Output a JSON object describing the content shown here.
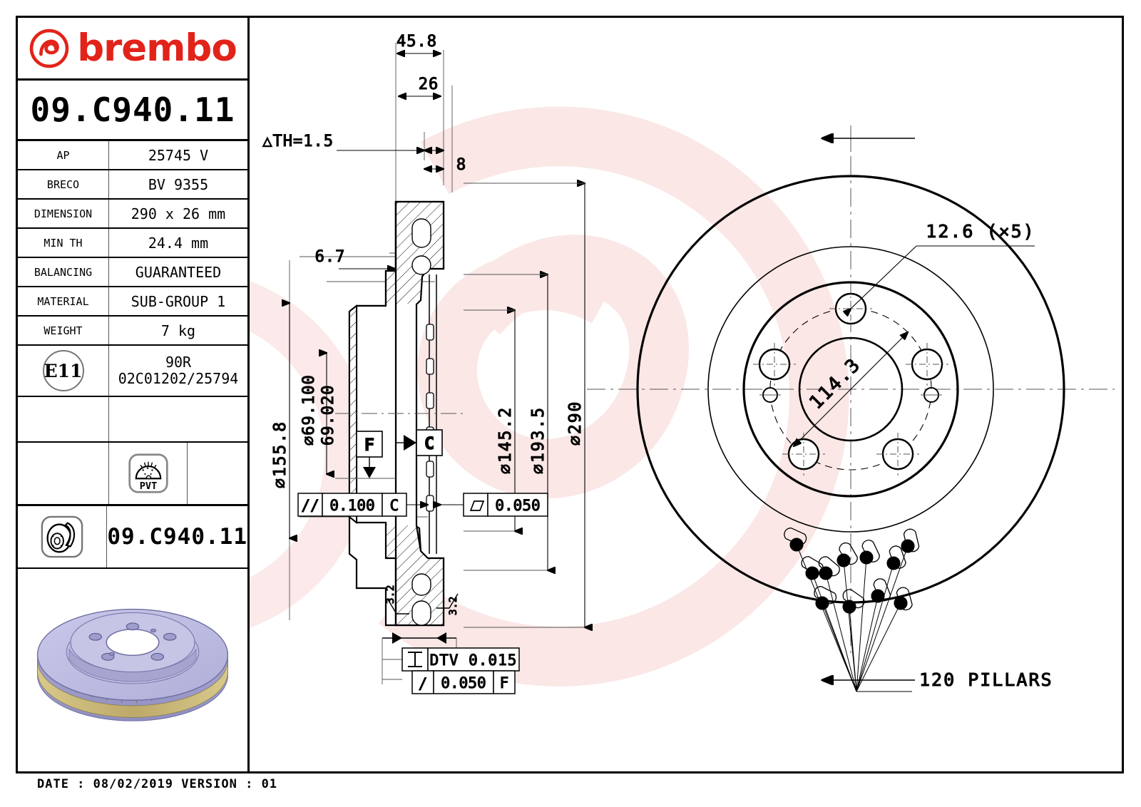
{
  "brand": {
    "name": "brembo",
    "logo_icon": "brembo-logo-icon",
    "color": "#e2231a"
  },
  "part_number": "09.C940.11",
  "spec_table": [
    {
      "label": "AP",
      "value": "25745 V"
    },
    {
      "label": "BRECO",
      "value": "BV 9355"
    },
    {
      "label": "DIMENSION",
      "value": "290 x 26 mm"
    },
    {
      "label": "MIN TH",
      "value": "24.4 mm"
    },
    {
      "label": "BALANCING",
      "value": "GUARANTEED"
    },
    {
      "label": "MATERIAL",
      "value": "SUB-GROUP 1"
    },
    {
      "label": "WEIGHT",
      "value": "7 kg"
    }
  ],
  "homologation": {
    "mark": "E11",
    "line1": "90R",
    "line2": "02C01202/25794"
  },
  "pvt_badge": {
    "icon": "pvt-coating-icon",
    "label": "PVT"
  },
  "disc_row": {
    "icon": "brake-disc-icon",
    "part_number": "09.C940.11"
  },
  "product_image": {
    "icon": "brake-disc-3d-render",
    "alt": "ventilated brake disc 3D render"
  },
  "footer": {
    "text": "DATE : 08/02/2019 VERSION : 01"
  },
  "drawing": {
    "section_view": {
      "dims": {
        "overall_width": "45.8",
        "disc_thickness": "26",
        "hat_offset": "8",
        "th_tolerance": "△TH=1.5",
        "offset_67": "6.7",
        "outer_diameter_flange": "⌀155.8",
        "bore_max": "⌀69.100",
        "bore_min": "69.020",
        "inner_vent_dia": "⌀145.2",
        "vent_dia": "⌀193.5",
        "disc_dia": "⌀290"
      },
      "datums": [
        "F",
        "C"
      ],
      "tolerances": [
        {
          "symbol": "//",
          "value": "0.100",
          "datum": "C"
        },
        {
          "symbol": "▱",
          "value": "0.050",
          "datum": ""
        },
        {
          "symbol": "DTV",
          "value": "DTV 0.015",
          "datum": ""
        },
        {
          "symbol": "/",
          "value": "0.050",
          "datum": "F"
        }
      ],
      "roughness": [
        "3.2",
        "3.2"
      ]
    },
    "face_view": {
      "hole_callout": "12.6 (×5)",
      "bolt_circle": "114.3",
      "pillars_callout": "120 PILLARS",
      "bolt_count": 5
    }
  },
  "chart_data": {
    "type": "table",
    "title": "Brembo brake disc technical datasheet 09.C940.11",
    "categories": [
      "AP",
      "BRECO",
      "DIMENSION",
      "MIN TH",
      "BALANCING",
      "MATERIAL",
      "WEIGHT"
    ],
    "values": [
      "25745 V",
      "BV 9355",
      "290 x 26 mm",
      "24.4 mm",
      "GUARANTEED",
      "SUB-GROUP 1",
      "7 kg"
    ]
  }
}
